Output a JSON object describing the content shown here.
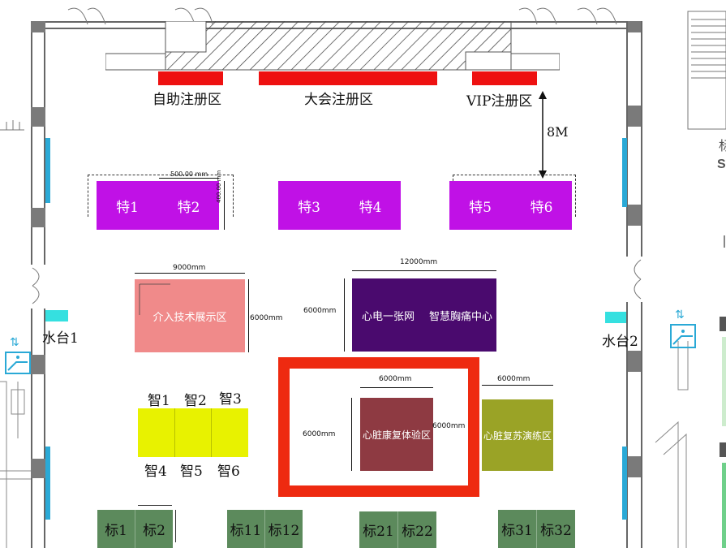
{
  "registration": {
    "self": "自助注册区",
    "main": "大会注册区",
    "vip": "VIP注册区",
    "distance": "8M"
  },
  "special_booths": [
    "特1",
    "特2",
    "特3",
    "特4",
    "特5",
    "特6"
  ],
  "special_dim_width": "500.00 mm",
  "special_dim_height": "400.00 mm",
  "intervention": {
    "label": "介入技术展示区",
    "width": "9000mm",
    "height": "6000mm"
  },
  "ecg": {
    "label_left": "心电一张网",
    "label_right": "智慧胸痛中心",
    "width": "12000mm",
    "height": "6000mm"
  },
  "water": {
    "left": "水台1",
    "right": "水台2"
  },
  "smart_booths": [
    "智1",
    "智2",
    "智3",
    "智4",
    "智5",
    "智6"
  ],
  "heart_rehab": {
    "label": "心脏康复体验区",
    "width": "6000mm",
    "height_left": "6000mm",
    "height_right": "6000mm"
  },
  "cpr": {
    "label": "心脏复苏演练区",
    "width": "6000mm"
  },
  "standard_booths": [
    "标1",
    "标2",
    "标11",
    "标12",
    "标21",
    "标22",
    "标31",
    "标32"
  ],
  "colors": {
    "special": "#c011e6",
    "intervention": "#f08a8a",
    "ecg": "#4a0a6e",
    "smart": "#e8f200",
    "heart_rehab": "#8e3a42",
    "cpr": "#9aa326",
    "standard": "#5c8a5c",
    "highlight": "#ee2a10",
    "registration_bar": "#ee1111",
    "water_table": "#35e0e0"
  }
}
